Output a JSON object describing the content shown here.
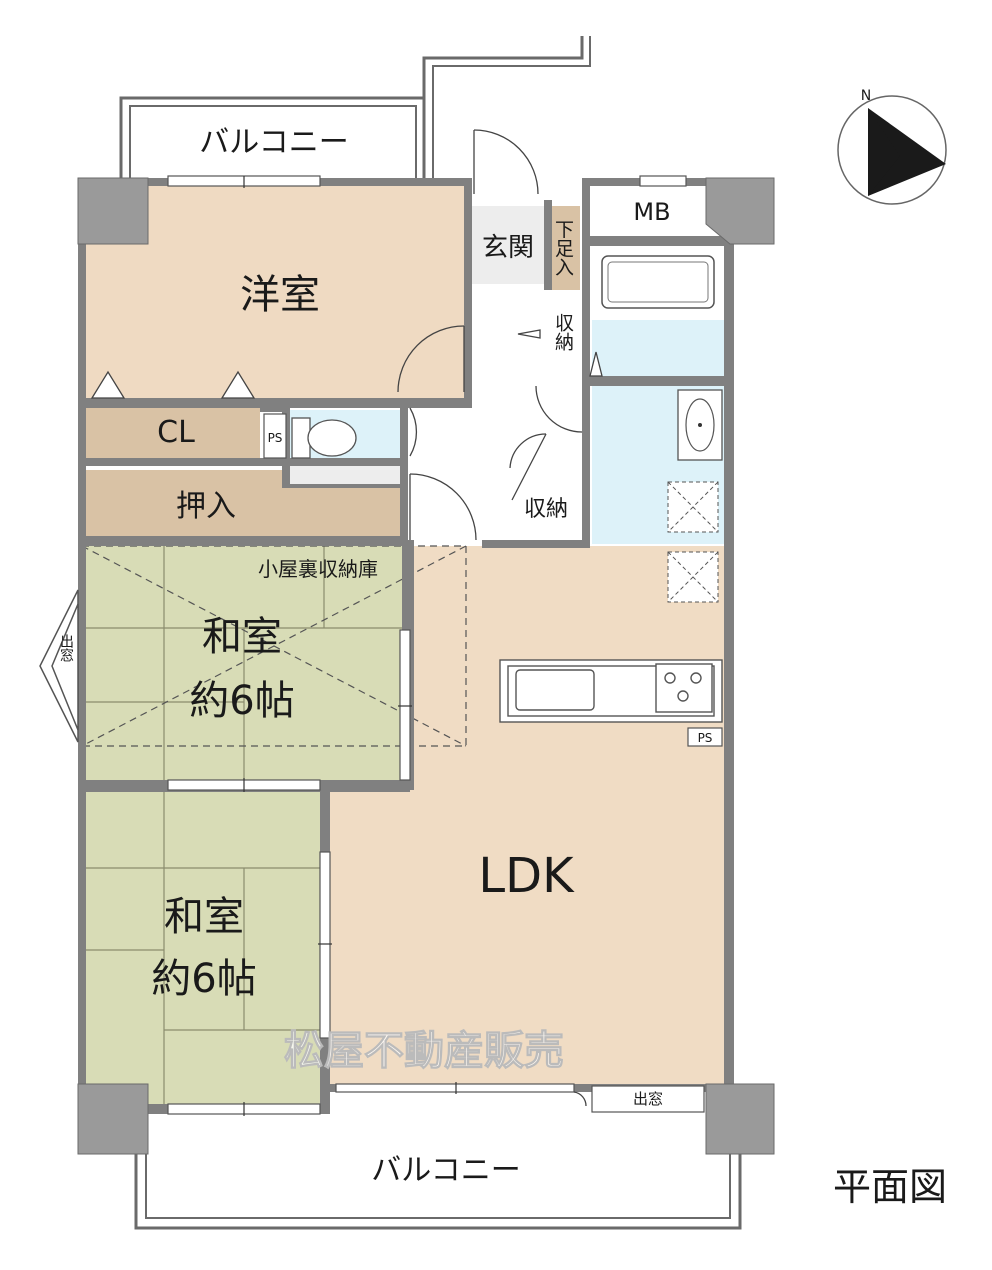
{
  "rooms": {
    "balcony_top": "バルコニー",
    "balcony_bottom": "バルコニー",
    "western_room": "洋室",
    "closet": "CL",
    "oshiire": "押入",
    "attic_storage": "小屋裏収納庫",
    "washitsu_1_name": "和室",
    "washitsu_1_size": "約6帖",
    "washitsu_2_name": "和室",
    "washitsu_2_size": "約6帖",
    "entrance": "玄関",
    "shoe_storage": "下足入",
    "storage_small": "収納",
    "storage_hall": "収納",
    "meter_box": "MB",
    "pipe_space_1": "PS",
    "pipe_space_2": "PS",
    "bay_window_left": "出窓",
    "bay_window_bottom": "出窓",
    "ldk": "LDK"
  },
  "compass": {
    "north_label": "N"
  },
  "legend": {
    "title": "平面図"
  },
  "watermark": "松屋不動産販売",
  "colors": {
    "wall": "#808080",
    "pillar": "#9a9a9a",
    "western_floor": "#efdac2",
    "storage_floor": "#d9c2a5",
    "tatami": "#d8dcb6",
    "wet_area": "#ddf2f9",
    "ldk_floor": "#f0dcc4",
    "entrance_floor": "#ededed"
  }
}
